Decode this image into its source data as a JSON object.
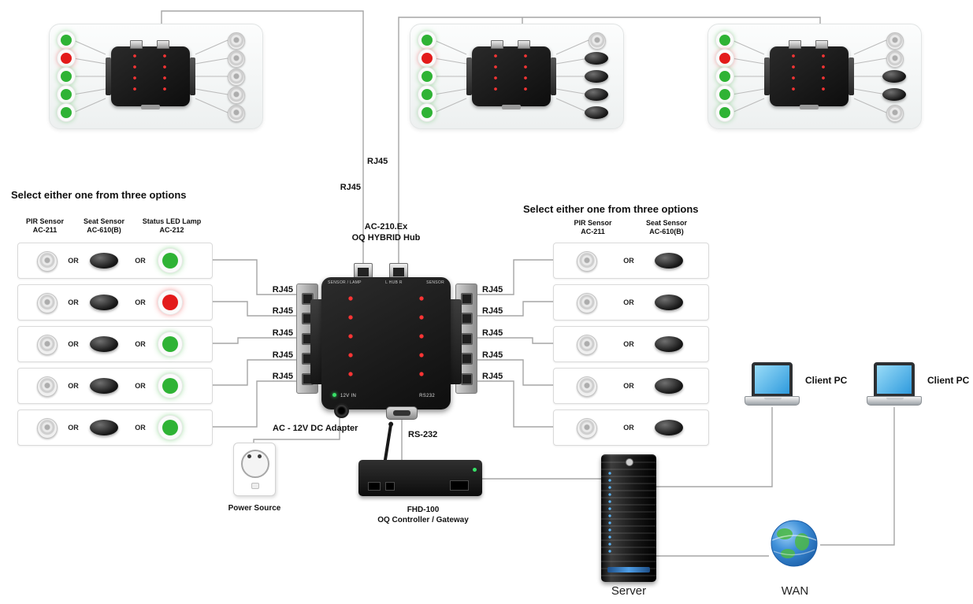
{
  "labels": {
    "rj45": "RJ45",
    "or": "OR",
    "left_heading": "Select either one from three options",
    "right_heading": "Select either one from three options",
    "pir_sensor_1": "PIR Sensor",
    "pir_sensor_2": "AC-211",
    "seat_sensor_1": "Seat Sensor",
    "seat_sensor_2": "AC-610(B)",
    "led_lamp_1": "Status LED Lamp",
    "led_lamp_2": "AC-212",
    "adapter": "AC - 12V DC Adapter",
    "power_source": "Power Source",
    "rs232": "RS-232",
    "gateway_1": "FHD-100",
    "gateway_2": "OQ Controller / Gateway",
    "server": "Server",
    "wan": "WAN",
    "client_pc": "Client PC"
  },
  "hub": {
    "title_1": "AC-210.Ex",
    "title_2": "OQ HYBRID Hub",
    "top_left": "SENSOR / LAMP",
    "top_mid": "L   HUB   R",
    "top_right": "SENSOR",
    "power_led": "12V IN",
    "serial": "RS232"
  },
  "colors": {
    "green": "#2fb335",
    "red": "#e31b1b",
    "line": "#a6a6a6"
  },
  "top_panels": [
    {
      "leds": [
        "#2fb335",
        "#e31b1b",
        "#2fb335",
        "#2fb335",
        "#2fb335"
      ],
      "sensors": [
        "dome",
        "dome",
        "dome",
        "dome",
        "dome"
      ]
    },
    {
      "leds": [
        "#2fb335",
        "#e31b1b",
        "#2fb335",
        "#2fb335",
        "#2fb335"
      ],
      "sensors": [
        "dome",
        "oval",
        "oval",
        "oval",
        "oval"
      ]
    },
    {
      "leds": [
        "#2fb335",
        "#e31b1b",
        "#2fb335",
        "#2fb335",
        "#2fb335"
      ],
      "sensors": [
        "dome",
        "dome",
        "oval",
        "oval",
        "dome"
      ]
    }
  ],
  "left_rows_leds": [
    "#2fb335",
    "#e31b1b",
    "#2fb335",
    "#2fb335",
    "#2fb335"
  ]
}
